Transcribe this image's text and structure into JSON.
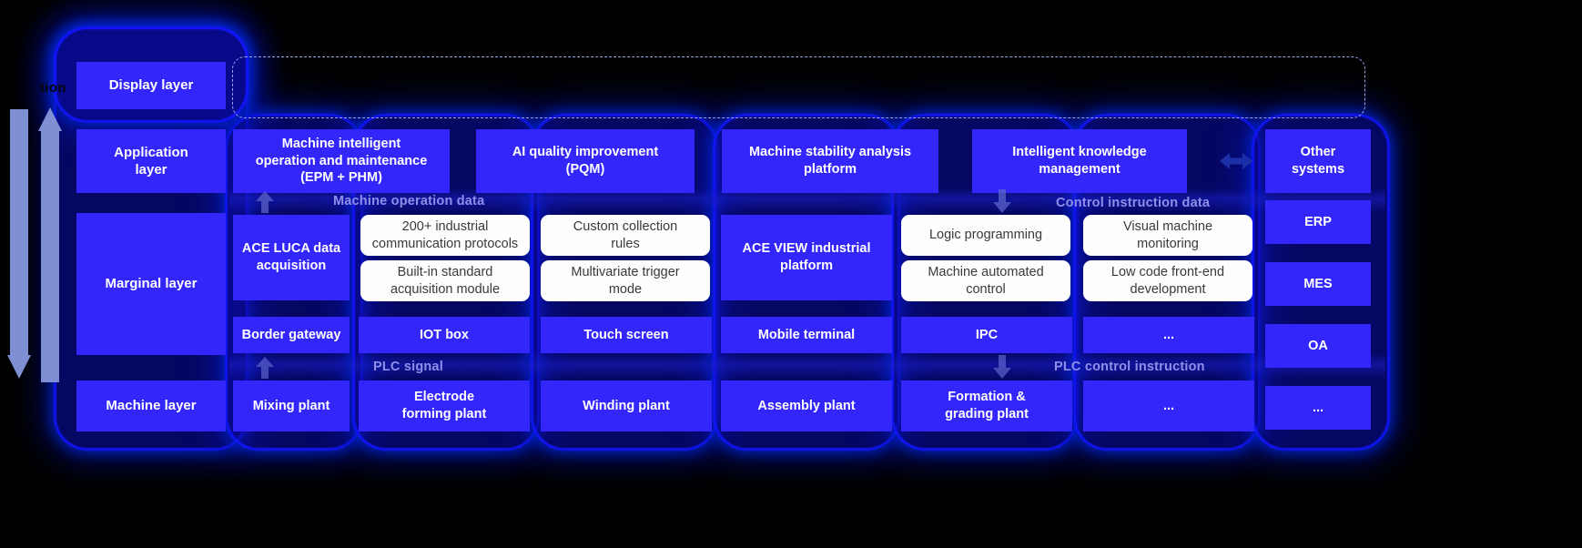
{
  "diagram": {
    "title": "Industrial platform layered architecture",
    "colors": {
      "background": "#000000",
      "box_blue": "#3326fb",
      "box_white": "#fdfdfd",
      "glow": "#1414ff",
      "flow_label": "#8f8fe8",
      "arrow_gray_blue": "#7f8fd4",
      "dashed_border": "#9aa8ee"
    },
    "layer_labels": [
      {
        "name": "display-layer",
        "label": "Display layer"
      },
      {
        "name": "application-layer",
        "label": "Application\nlayer"
      },
      {
        "name": "marginal-layer",
        "label": "Marginal layer"
      },
      {
        "name": "machine-layer",
        "label": "Machine layer"
      }
    ],
    "side_arrows": [
      {
        "name": "down-arrow",
        "direction": "down"
      },
      {
        "name": "up-arrow",
        "direction": "up"
      }
    ],
    "partial_left_text": "tion",
    "application_layer": [
      {
        "label": "Machine intelligent\noperation and maintenance\n(EPM + PHM)"
      },
      {
        "label": "AI quality improvement\n(PQM)"
      },
      {
        "label": "Machine stability analysis\nplatform"
      },
      {
        "label": "Intelligent knowledge\nmanagement"
      }
    ],
    "other_systems_box": {
      "label": "Other\nsystems"
    },
    "flow_labels": [
      {
        "name": "machine-operation-data",
        "label": "Machine operation data"
      },
      {
        "name": "control-instruction-data",
        "label": "Control instruction data"
      },
      {
        "name": "plc-signal",
        "label": "PLC signal"
      },
      {
        "name": "plc-control-instruction",
        "label": "PLC control instruction"
      }
    ],
    "marginal_layer": {
      "left_platform": {
        "label": "ACE LUCA data\nacquisition"
      },
      "right_platform": {
        "label": "ACE VIEW industrial\nplatform"
      },
      "white_cards": [
        {
          "label": "200+ industrial\ncommunication protocols"
        },
        {
          "label": "Custom collection\nrules"
        },
        {
          "label": "Built-in standard\nacquisition module"
        },
        {
          "label": "Multivariate trigger\nmode"
        },
        {
          "label": "Logic programming"
        },
        {
          "label": "Visual machine\nmonitoring"
        },
        {
          "label": "Machine automated\ncontrol"
        },
        {
          "label": "Low code front-end\ndevelopment"
        }
      ],
      "device_row": [
        {
          "label": "Border gateway"
        },
        {
          "label": "IOT box"
        },
        {
          "label": "Touch screen"
        },
        {
          "label": "Mobile terminal"
        },
        {
          "label": "IPC"
        },
        {
          "label": "..."
        }
      ]
    },
    "machine_layer": [
      {
        "label": "Mixing plant"
      },
      {
        "label": "Electrode\nforming plant"
      },
      {
        "label": "Winding plant"
      },
      {
        "label": "Assembly plant"
      },
      {
        "label": "Formation &\ngrading plant"
      },
      {
        "label": "..."
      }
    ],
    "right_systems": [
      {
        "label": "ERP"
      },
      {
        "label": "MES"
      },
      {
        "label": "OA"
      },
      {
        "label": "..."
      }
    ]
  }
}
